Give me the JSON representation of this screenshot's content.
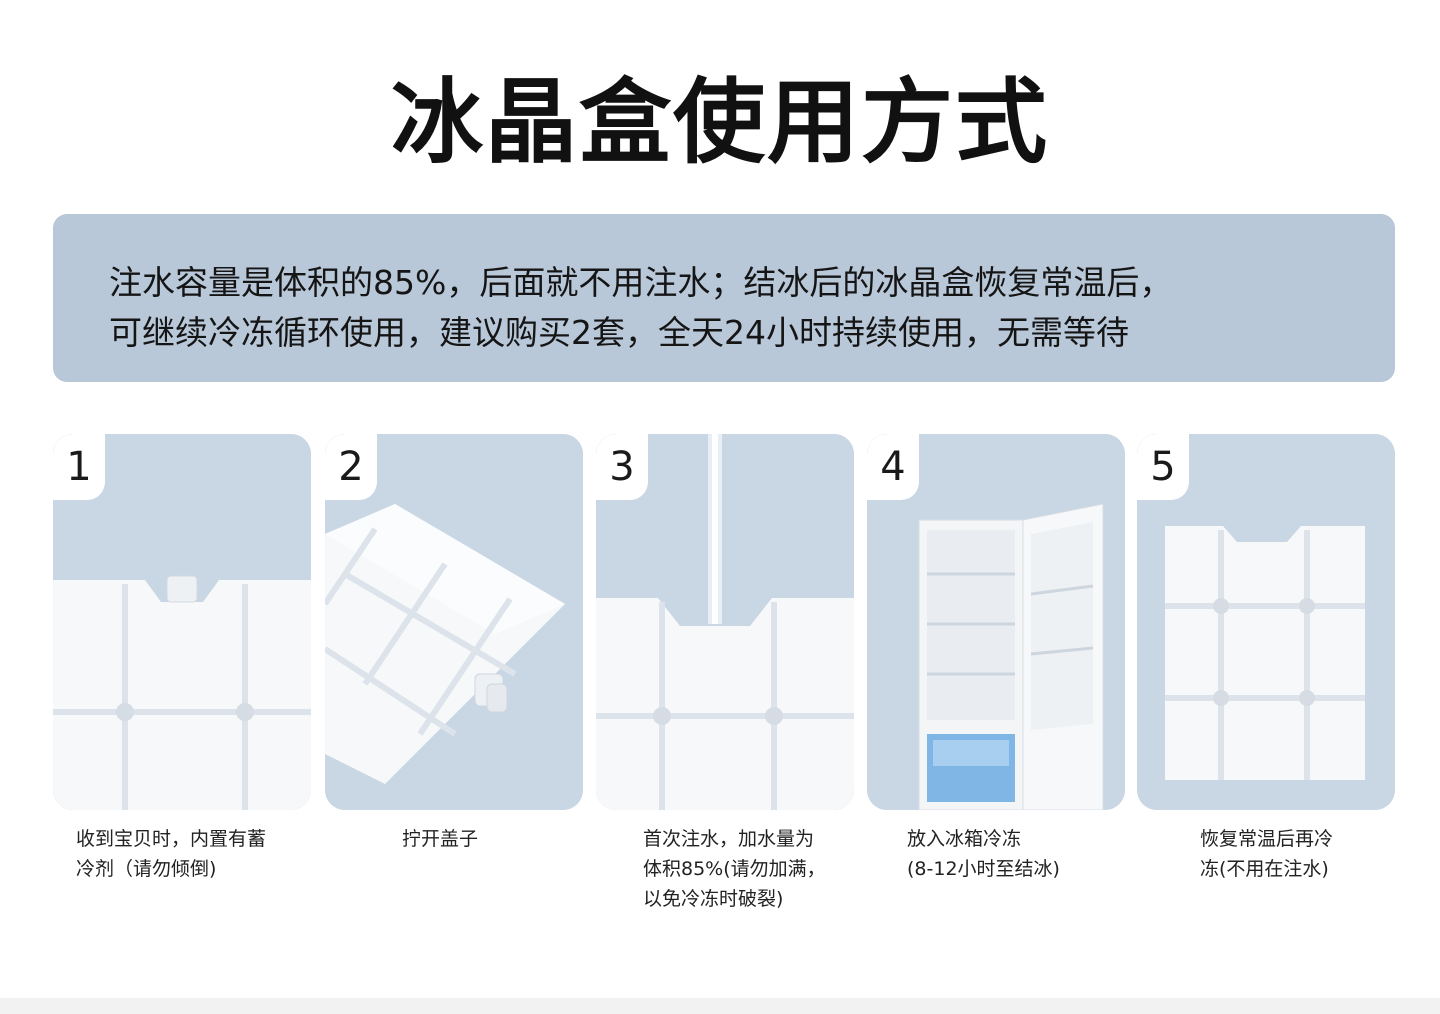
{
  "title": "冰晶盒使用方式",
  "info": {
    "line1": "注水容量是体积的85%，后面就不用注水；结冰后的冰晶盒恢复常温后，",
    "line2": "可继续冷冻循环使用，建议购买2套，全天24小时持续使用，无需等待"
  },
  "steps": [
    {
      "number": "1",
      "caption_lines": [
        "收到宝贝时，内置有蓄",
        "冷剂（请勿倾倒)"
      ]
    },
    {
      "number": "2",
      "caption_lines": [
        "拧开盖子"
      ]
    },
    {
      "number": "3",
      "caption_lines": [
        "首次注水，加水量为",
        "体积85%(请勿加满，",
        "以免冷冻时破裂)"
      ]
    },
    {
      "number": "4",
      "caption_lines": [
        "放入冰箱冷冻",
        "(8-12小时至结冰)"
      ]
    },
    {
      "number": "5",
      "caption_lines": [
        "恢复常温后再冷",
        "冻(不用在注水)"
      ]
    }
  ],
  "colors": {
    "banner_bg": "#b9c8d9",
    "card_bg": "#c9d6e4",
    "ice_pack": "#f7f8fa",
    "ice_pack_groove": "#dde3ea"
  }
}
